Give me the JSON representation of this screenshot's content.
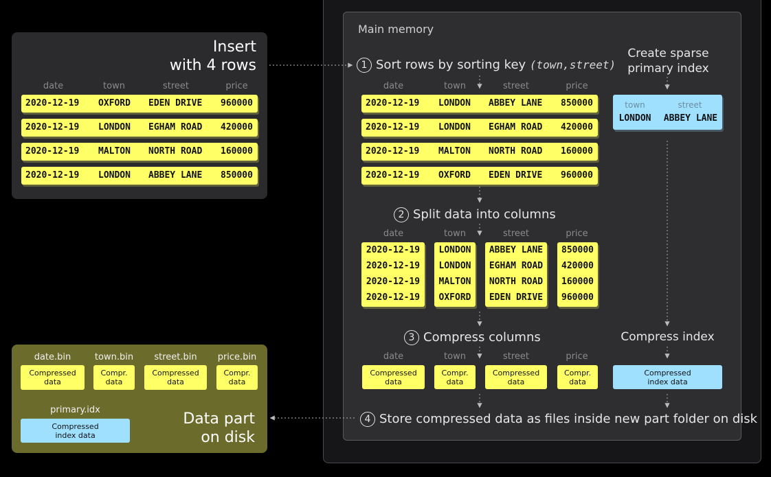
{
  "insert": {
    "title_line1": "Insert",
    "title_line2": "with 4 rows",
    "headers": [
      "date",
      "town",
      "street",
      "price"
    ],
    "rows": [
      [
        "2020-12-19",
        "OXFORD",
        "EDEN DRIVE",
        "960000"
      ],
      [
        "2020-12-19",
        "LONDON",
        "EGHAM ROAD",
        "420000"
      ],
      [
        "2020-12-19",
        "MALTON",
        "NORTH ROAD",
        "160000"
      ],
      [
        "2020-12-19",
        "LONDON",
        "ABBEY LANE",
        "850000"
      ]
    ]
  },
  "main_memory": {
    "label": "Main memory",
    "step1": {
      "num": "1",
      "text": "Sort rows by sorting key ",
      "key": "(town,street)"
    },
    "headers": [
      "date",
      "town",
      "street",
      "price"
    ],
    "sorted_rows": [
      [
        "2020-12-19",
        "LONDON",
        "ABBEY LANE",
        "850000"
      ],
      [
        "2020-12-19",
        "LONDON",
        "EGHAM ROAD",
        "420000"
      ],
      [
        "2020-12-19",
        "MALTON",
        "NORTH ROAD",
        "160000"
      ],
      [
        "2020-12-19",
        "OXFORD",
        "EDEN DRIVE",
        "960000"
      ]
    ],
    "step2": {
      "num": "2",
      "text": "Split data into columns"
    },
    "columns": {
      "date": [
        "2020-12-19",
        "2020-12-19",
        "2020-12-19",
        "2020-12-19"
      ],
      "town": [
        "LONDON",
        "LONDON",
        "MALTON",
        "OXFORD"
      ],
      "street": [
        "ABBEY LANE",
        "EGHAM ROAD",
        "NORTH ROAD",
        "EDEN DRIVE"
      ],
      "price": [
        "850000",
        "420000",
        "160000",
        "960000"
      ]
    },
    "step3": {
      "num": "3",
      "text": "Compress columns"
    },
    "compressed": [
      "Compressed data",
      "Compr. data",
      "Compressed data",
      "Compr. data"
    ],
    "step4": {
      "num": "4",
      "text": "Store compressed data as files inside new part folder on disk"
    },
    "index": {
      "title_line1": "Create sparse",
      "title_line2": "primary index",
      "headers": [
        "town",
        "street"
      ],
      "values": [
        "LONDON",
        "ABBEY LANE"
      ],
      "compress_title": "Compress index",
      "compressed_label": "Compressed index data"
    }
  },
  "disk": {
    "files": [
      "date.bin",
      "town.bin",
      "street.bin",
      "price.bin"
    ],
    "file_contents": [
      "Compressed data",
      "Compr. data",
      "Compressed data",
      "Compr. data"
    ],
    "index_file": "primary.idx",
    "index_content": "Compressed index data",
    "title_line1": "Data part",
    "title_line2": "on disk"
  },
  "colors": {
    "row": "#ffff66",
    "index": "#9fe0ff",
    "panel": "#2b2b2e",
    "disk": "#6b6b2c"
  }
}
